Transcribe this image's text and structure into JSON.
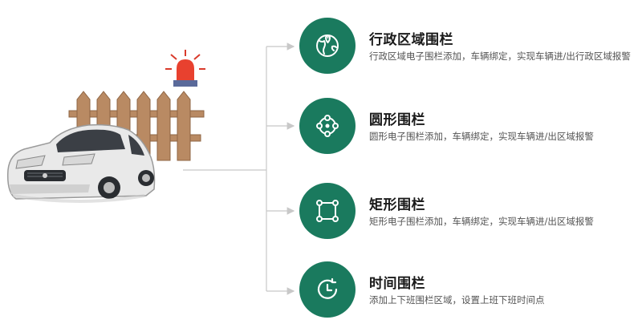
{
  "colors": {
    "accent": "#1a7a5e",
    "connector": "#c8c8c8",
    "title": "#1a1a1a",
    "description": "#555555"
  },
  "illustration": {
    "icons": [
      "police-siren-icon",
      "wooden-fence-icon",
      "car-icon"
    ]
  },
  "features": [
    {
      "icon": "globe-location-icon",
      "title": "行政区域围栏",
      "description": "行政区域电子围栏添加，车辆绑定，实现车辆进/出行政区域报警"
    },
    {
      "icon": "circle-target-icon",
      "title": "圆形围栏",
      "description": "圆形电子围栏添加，车辆绑定，实现车辆进/出区域报警"
    },
    {
      "icon": "rectangle-nodes-icon",
      "title": "矩形围栏",
      "description": "矩形电子围栏添加，车辆绑定，实现车辆进/出区域报警"
    },
    {
      "icon": "clock-icon",
      "title": "时间围栏",
      "description": "添加上下班围栏区域，设置上班下班时间点"
    }
  ]
}
